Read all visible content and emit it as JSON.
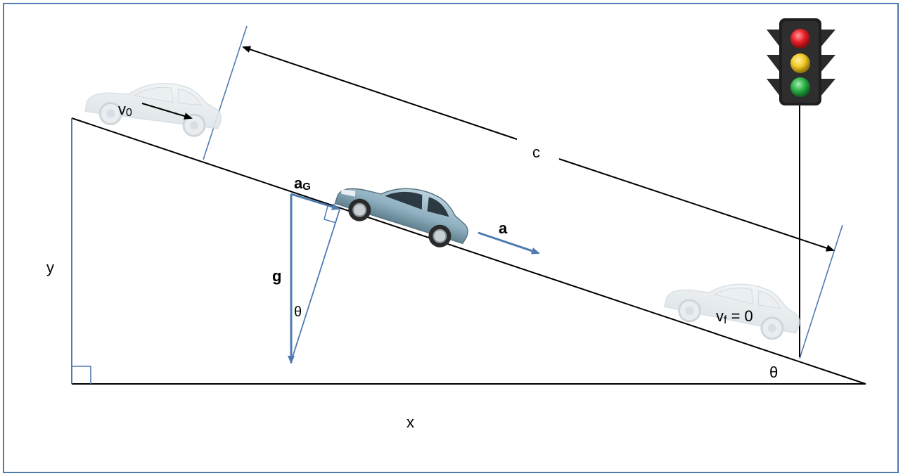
{
  "labels": {
    "v0": "v",
    "v0_sub": "0",
    "c": "c",
    "aG": "a",
    "aG_sub": "G",
    "a": "a",
    "y": "y",
    "g": "g",
    "theta_small": "θ",
    "vf": "v",
    "vf_sub": "f",
    "vf_eq": " = 0",
    "theta_angle": "θ",
    "x": "x"
  },
  "icons": {
    "traffic_light": "traffic-light-icon",
    "car": "car-icon"
  },
  "colors": {
    "frame": "#4f7bb1",
    "vector": "#4f7bb1",
    "line": "#000000",
    "light_red": "#e8202a",
    "light_yellow": "#f3c92a",
    "light_green": "#2fb24a"
  }
}
